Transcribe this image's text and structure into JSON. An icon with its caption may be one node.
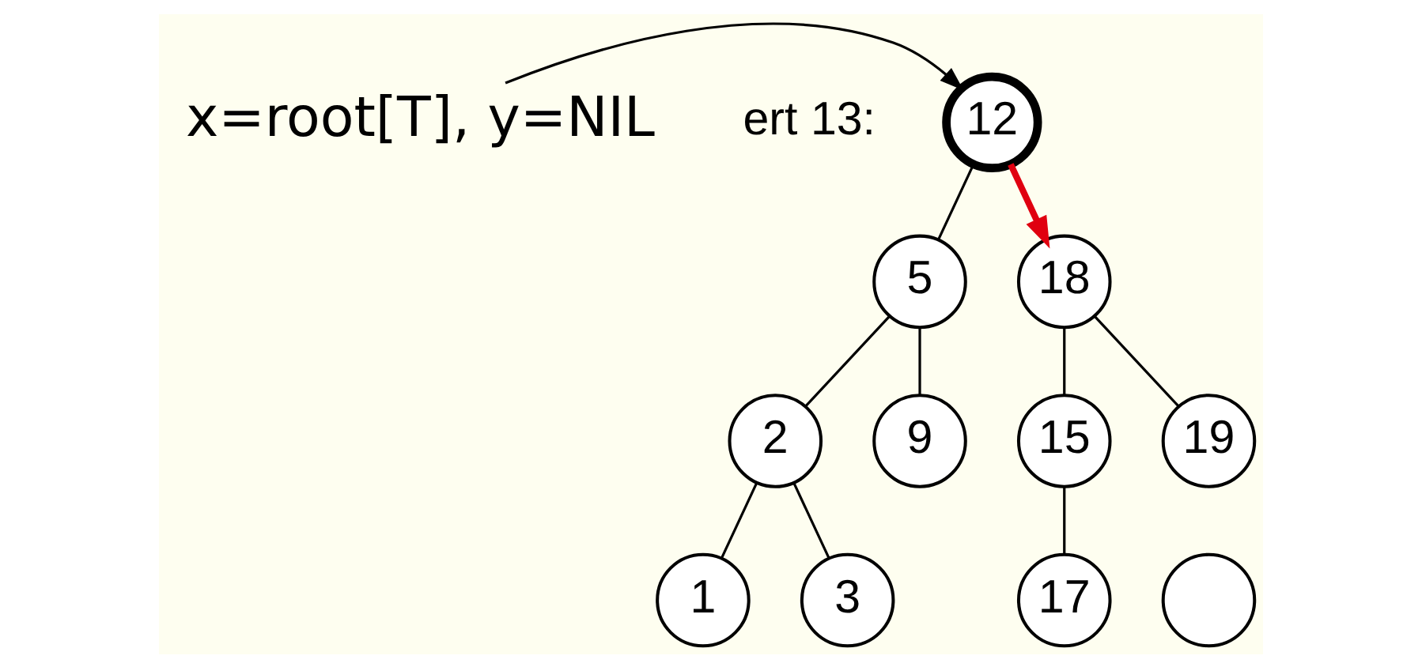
{
  "diagram": {
    "nodes": [
      {
        "text": [
          "12"
        ]
      },
      {
        "text": [
          "x=root[T], y=NIL"
        ]
      },
      {
        "text": [
          "5"
        ]
      },
      {
        "text": [
          "18"
        ]
      },
      {
        "text": [
          "2"
        ]
      },
      {
        "text": [
          "9"
        ]
      },
      {
        "text": [
          "15"
        ]
      },
      {
        "text": [
          "19"
        ]
      },
      {
        "text": [
          "1"
        ]
      },
      {
        "text": [
          "3"
        ]
      },
      {
        "text": [
          "17"
        ]
      },
      {
        "text": [],
        "shape": "circle"
      }
    ],
    "edges": [
      {
        "from": 1,
        "to": 0,
        "arrow": "to"
      },
      {
        "from": 0,
        "to": 2,
        "arrow": "none"
      },
      {
        "from": 0,
        "to": 3,
        "arrow": "to",
        "style": "thick",
        "color": "#e00010"
      },
      {
        "from": 2,
        "to": 4,
        "arrow": "none"
      },
      {
        "from": 2,
        "to": 5,
        "arrow": "none"
      },
      {
        "from": 3,
        "to": 6,
        "arrow": "none"
      },
      {
        "from": 3,
        "to": 7,
        "arrow": "none"
      },
      {
        "from": 4,
        "to": 8,
        "arrow": "none"
      },
      {
        "from": 4,
        "to": 9,
        "arrow": "none"
      },
      {
        "from": 6,
        "to": 10,
        "arrow": "none"
      }
    ],
    "labels": [
      "ert 13:"
    ]
  }
}
